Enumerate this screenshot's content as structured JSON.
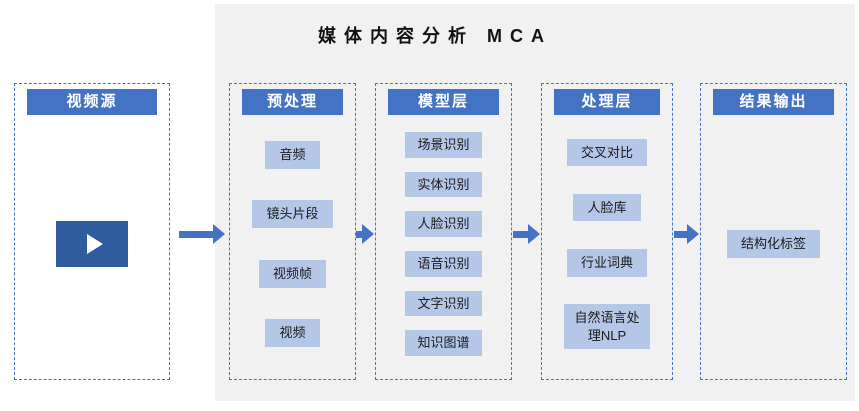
{
  "title": "媒体内容分析 MCA",
  "columns": [
    {
      "header": "视频源",
      "items": []
    },
    {
      "header": "预处理",
      "items": [
        "音频",
        "镜头片段",
        "视频帧",
        "视频"
      ]
    },
    {
      "header": "模型层",
      "items": [
        "场景识别",
        "实体识别",
        "人脸识别",
        "语音识别",
        "文字识别",
        "知识图谱"
      ]
    },
    {
      "header": "处理层",
      "items": [
        "交叉对比",
        "人脸库",
        "行业词典",
        "自然语言处理NLP"
      ]
    },
    {
      "header": "结果输出",
      "items": [
        "结构化标签"
      ]
    }
  ],
  "colors": {
    "header_blue": "#4472c4",
    "item_blue": "#b4c7e7",
    "play_blue": "#2e5c9e",
    "arrow_blue": "#4472c4",
    "dashed_border": "#4472c4",
    "panel_gray": "#f1f1f1"
  }
}
